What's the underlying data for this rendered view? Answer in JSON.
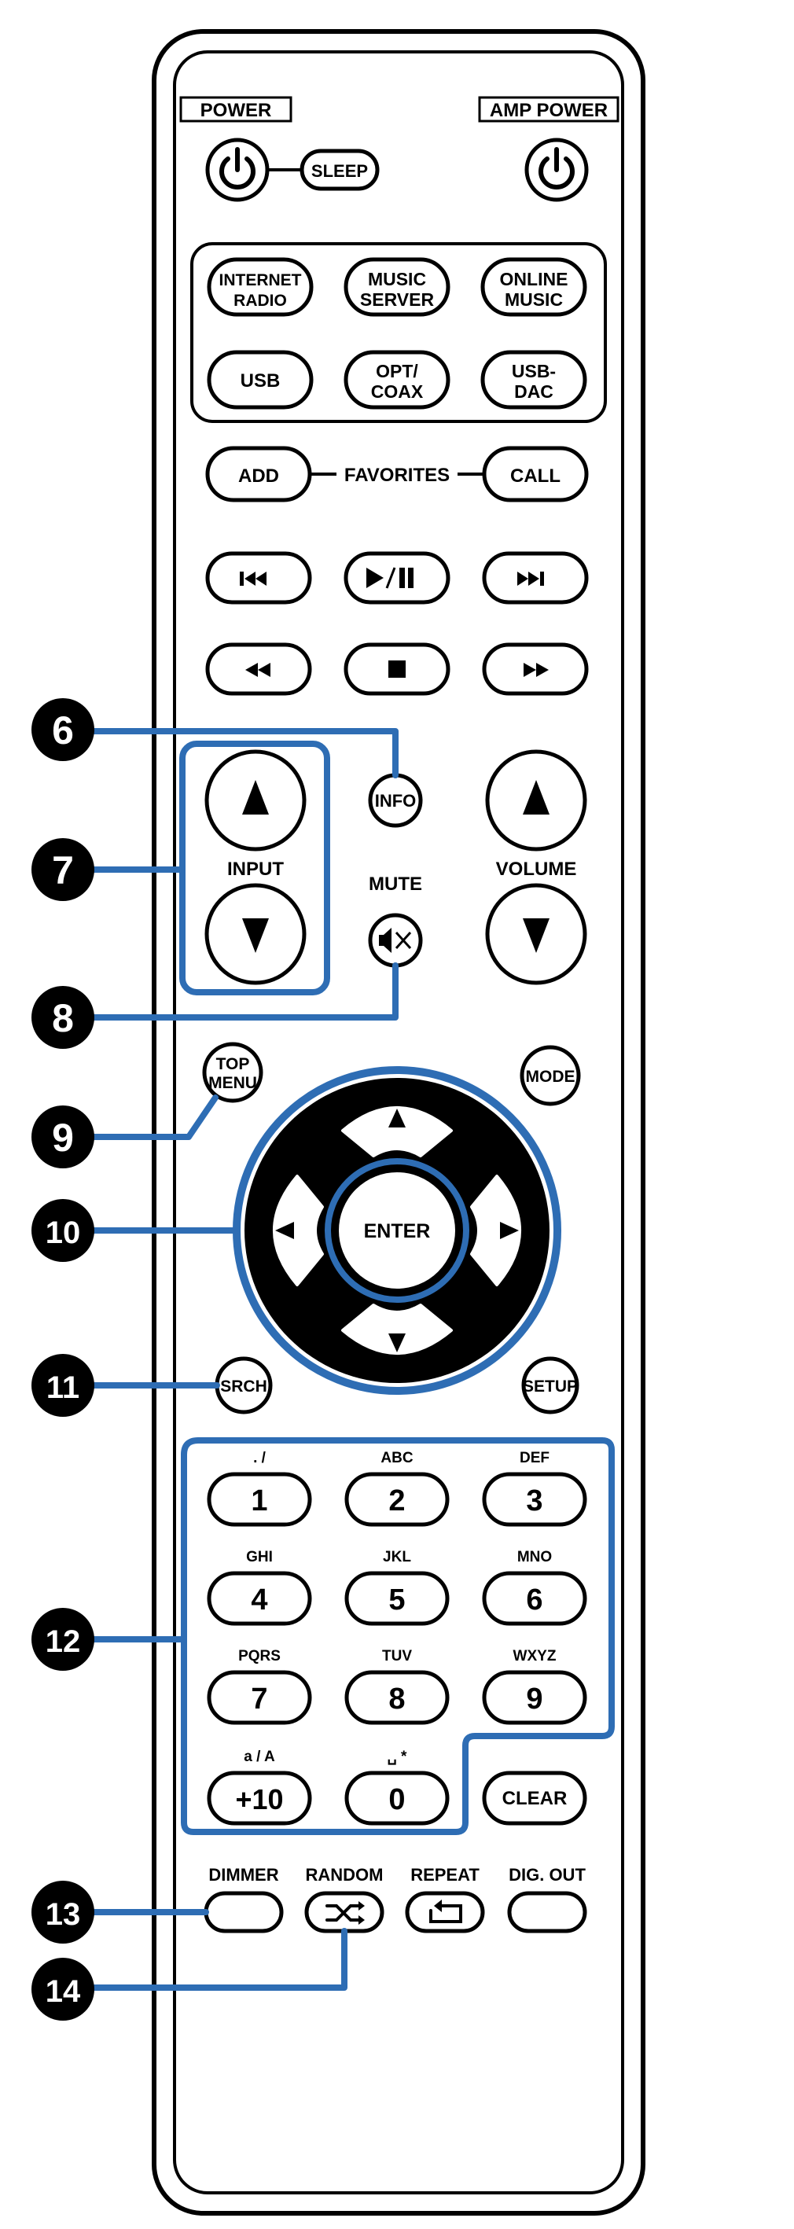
{
  "section_labels": {
    "power": "POWER",
    "amp_power": "AMP POWER",
    "favorites": "FAVORITES",
    "input": "INPUT",
    "volume": "VOLUME",
    "mute": "MUTE"
  },
  "buttons": {
    "sleep": "SLEEP",
    "internet_radio_1": "INTERNET",
    "internet_radio_2": "RADIO",
    "music_server_1": "MUSIC",
    "music_server_2": "SERVER",
    "online_music_1": "ONLINE",
    "online_music_2": "MUSIC",
    "usb": "USB",
    "opt_coax_1": "OPT/",
    "opt_coax_2": "COAX",
    "usb_dac_1": "USB-",
    "usb_dac_2": "DAC",
    "add": "ADD",
    "call": "CALL",
    "info": "INFO",
    "top_menu_1": "TOP",
    "top_menu_2": "MENU",
    "mode": "MODE",
    "enter": "ENTER",
    "srch": "SRCH",
    "setup": "SETUP",
    "clear": "CLEAR",
    "dimmer": "DIMMER",
    "random": "RANDOM",
    "repeat": "REPEAT",
    "dig_out": "DIG. OUT"
  },
  "numpad": {
    "k1": "1",
    "k1_sub": ". /",
    "k2": "2",
    "k2_sub": "ABC",
    "k3": "3",
    "k3_sub": "DEF",
    "k4": "4",
    "k4_sub": "GHI",
    "k5": "5",
    "k5_sub": "JKL",
    "k6": "6",
    "k6_sub": "MNO",
    "k7": "7",
    "k7_sub": "PQRS",
    "k8": "8",
    "k8_sub": "TUV",
    "k9": "9",
    "k9_sub": "WXYZ",
    "k10": "+10",
    "k10_sub": "a / A",
    "k0": "0",
    "k0_sub": "␣ *"
  },
  "callouts": {
    "c6": "6",
    "c7": "7",
    "c8": "8",
    "c9": "9",
    "c10": "10",
    "c11": "11",
    "c12": "12",
    "c13": "13",
    "c14": "14"
  },
  "colors": {
    "accent_blue": "#2e6db4",
    "outline": "#000000",
    "callout_fill": "#000000"
  }
}
